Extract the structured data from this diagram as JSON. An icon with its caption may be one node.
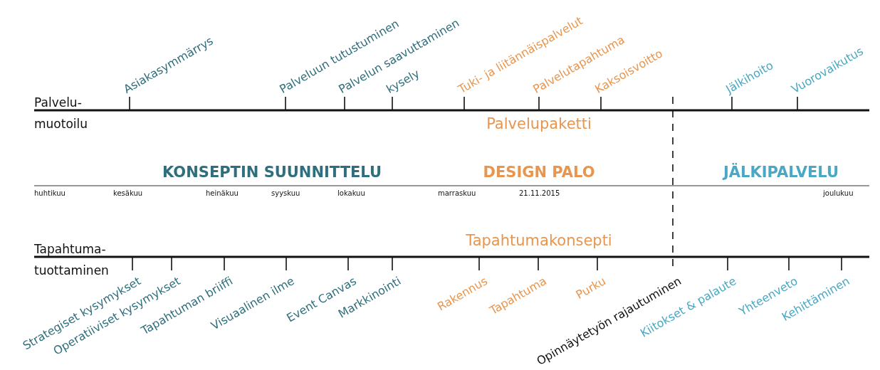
{
  "diagram": {
    "labels": [
      "Palvelu- muotoilu",
      "Asiakasymmärrys",
      "Palveluun tutustuminen",
      "Palvelun saavuttaminen",
      "kysely",
      "Tuki- ja liitännäispalvelut",
      "Palvelutapahtuma",
      "Kaksoisvoitto",
      "Jälkihoito",
      "Vuorovaikutus",
      "Palvelupaketti",
      "KONSEPTIN SUUNNITTELU",
      "DESIGN PALO",
      "JÄLKIPALVELU",
      "huhtikuu",
      "kesäkuu",
      "heinäkuu",
      "syyskuu",
      "lokakuu",
      "marraskuu",
      "21.11.2015",
      "joulukuu",
      "Tapahtumakonsepti",
      "Tapahtuma- tuottaminen",
      "Strategiset kysymykset",
      "Operatiiviset kysymykset",
      "Tapahtuman briiffi",
      "Visuaalinen ilme",
      "Event Canvas",
      "Markkinointi",
      "Rakennus",
      "Tapahtuma",
      "Purku",
      "Opinnäytetyön rajautuminen",
      "Kiitokset & palaute",
      "Yhteenveto",
      "Kehittäminen"
    ]
  }
}
